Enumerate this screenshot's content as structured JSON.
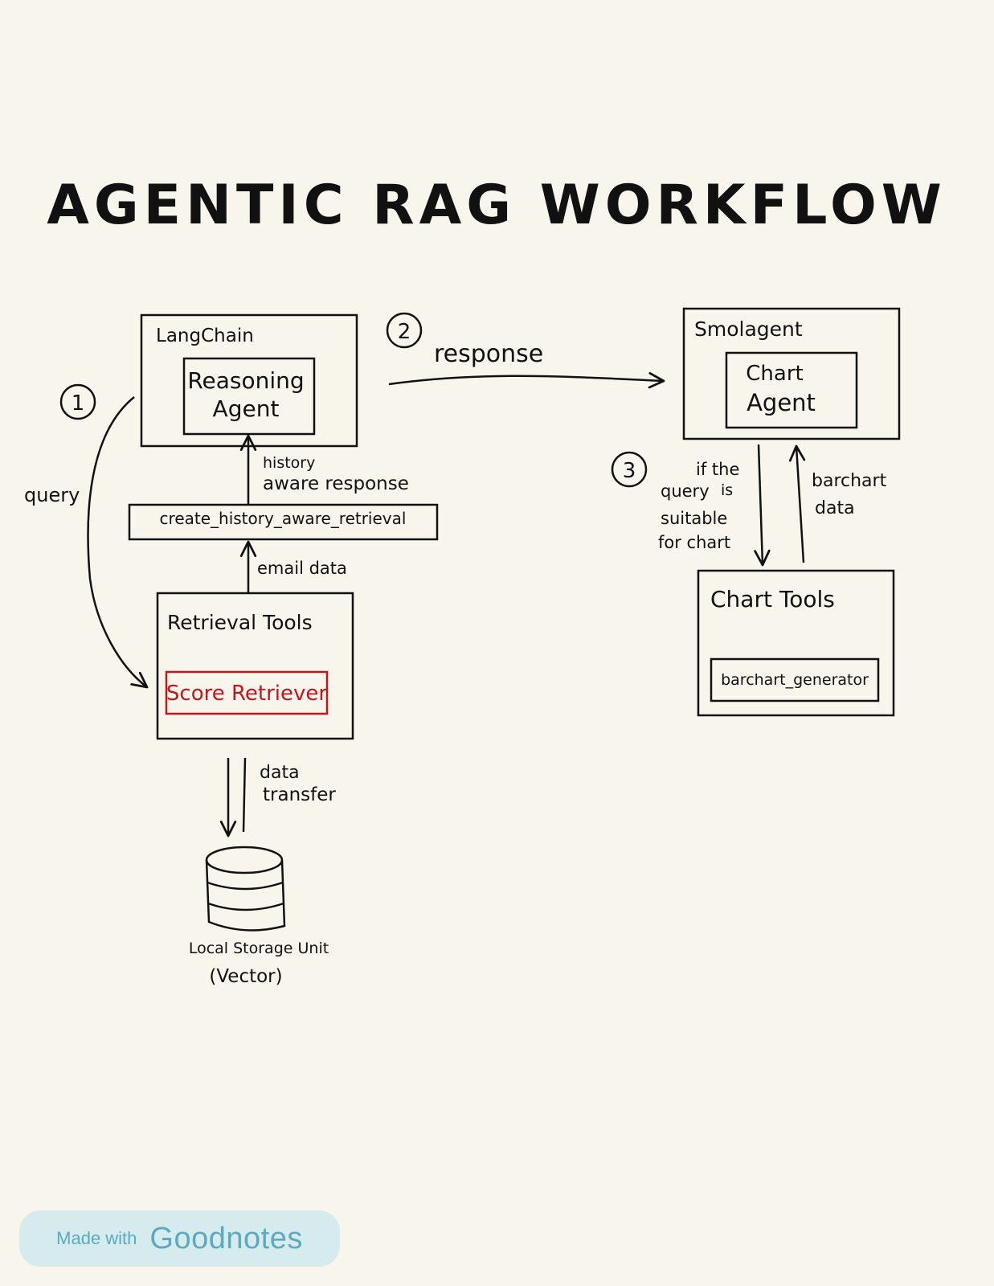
{
  "title": "AGENTIC RAG WORKFLOW",
  "step_numbers": {
    "one": "1",
    "two": "2",
    "three": "3"
  },
  "langchain": {
    "label": "LangChain",
    "inner_line1": "Reasoning",
    "inner_line2": "Agent"
  },
  "smolagent": {
    "label": "Smolagent",
    "inner_line1": "Chart",
    "inner_line2": "Agent"
  },
  "edges": {
    "response": "response",
    "history_line1": "history",
    "history_line2": "aware response",
    "email_data": "email data",
    "query": "query",
    "data_line1": "data",
    "data_line2": "transfer",
    "suitable_line1": "if the",
    "suitable_line2": "query",
    "suitable_line2b": "is",
    "suitable_line3": "suitable",
    "suitable_line4": "for chart",
    "barchart_line1": "barchart",
    "barchart_line2": "data"
  },
  "retrieval_function": "create_history_aware_retrieval",
  "retrieval_tools": {
    "label": "Retrieval Tools",
    "score_retriever": "Score Retriever"
  },
  "chart_tools": {
    "label": "Chart Tools",
    "generator": "barchart_generator"
  },
  "storage": {
    "line1": "Local Storage Unit",
    "line2": "(Vector)"
  },
  "footer": {
    "made_with": "Made with",
    "brand": "Goodnotes"
  },
  "colors": {
    "background": "#f8f6ec",
    "ink": "#111111",
    "highlight": "#c0161c",
    "badge": "#d5ebee",
    "badge_text": "#5da9bd"
  }
}
